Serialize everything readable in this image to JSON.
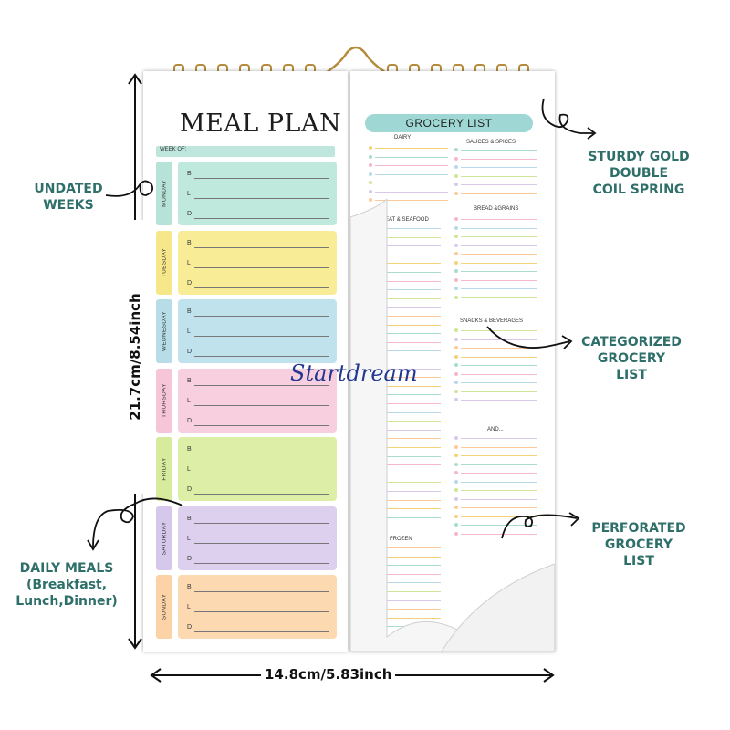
{
  "meal_plan": {
    "title": "MEAL PLAN",
    "week_of_label": "WEEK OF:",
    "meal_letters": [
      "B",
      "L",
      "D"
    ],
    "days": [
      {
        "name": "MONDAY",
        "tab_color": "#b7e2d7",
        "box_color": "#bfe9dd"
      },
      {
        "name": "TUESDAY",
        "tab_color": "#f6e88a",
        "box_color": "#f8ec97"
      },
      {
        "name": "WEDNESDAY",
        "tab_color": "#b7dde8",
        "box_color": "#bfe2ec"
      },
      {
        "name": "THURSDAY",
        "tab_color": "#f6c6d8",
        "box_color": "#f8cfdf"
      },
      {
        "name": "FRIDAY",
        "tab_color": "#d7eb9c",
        "box_color": "#ddeea6"
      },
      {
        "name": "SATURDAY",
        "tab_color": "#d5c8ea",
        "box_color": "#dcd0ee"
      },
      {
        "name": "SUNDAY",
        "tab_color": "#fbd3a6",
        "box_color": "#fcd9b0"
      }
    ]
  },
  "grocery_list": {
    "title": "GROCERY LIST",
    "sections": [
      "DAIRY",
      "SAUCES & SPICES",
      "BREAD &GRAINS",
      "MEAT & SEAFOOD",
      "SNACKS & BEVERAGES",
      "AND...",
      "FROZEN"
    ]
  },
  "callouts": {
    "undated": [
      "UNDATED",
      "WEEKS"
    ],
    "spring": [
      "STURDY GOLD",
      "DOUBLE",
      "COIL SPRING"
    ],
    "categorized": [
      "CATEGORIZED",
      "GROCERY",
      "LIST"
    ],
    "daily": [
      "DAILY MEALS",
      "(Breakfast,",
      "Lunch,Dinner)"
    ],
    "perforated": [
      "PERFORATED",
      "GROCERY",
      "LIST"
    ]
  },
  "dimensions": {
    "height": "21.7cm/8.54inch",
    "width": "14.8cm/5.83inch"
  },
  "watermark": "Startdream",
  "colors": {
    "callout_text": "#2e6f69",
    "spiral_gold": "#b48b3b",
    "grocery_header": "#9fd7d4"
  }
}
